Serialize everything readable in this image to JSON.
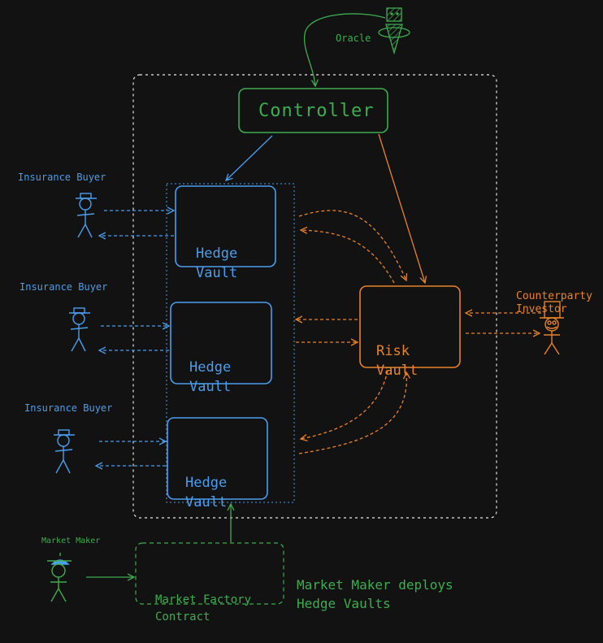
{
  "oracle": {
    "label": "Oracle"
  },
  "controller": {
    "label": "Controller"
  },
  "hedge_vaults": [
    {
      "line1": "Hedge",
      "line2": "Vault"
    },
    {
      "line1": "Hedge",
      "line2": "Vault"
    },
    {
      "line1": "Hedge",
      "line2": "Vault"
    }
  ],
  "insurance_buyers": [
    {
      "label": "Insurance Buyer"
    },
    {
      "label": "Insurance Buyer"
    },
    {
      "label": "Insurance Buyer"
    }
  ],
  "risk_vault": {
    "line1": "Risk",
    "line2": "Vault"
  },
  "counterparty": {
    "line1": "Counterparty",
    "line2": "Investor"
  },
  "market_maker": {
    "label": "Market Maker"
  },
  "market_factory": {
    "line1": "Market Factory",
    "line2": "Contract"
  },
  "note": {
    "line1": "Market Maker deploys",
    "line2": "Hedge Vaults"
  },
  "colors": {
    "background": "#121212",
    "blue": "#4a9eed",
    "orange": "#e8832a",
    "green": "#3dad4f",
    "frame": "#e8e8e8"
  }
}
